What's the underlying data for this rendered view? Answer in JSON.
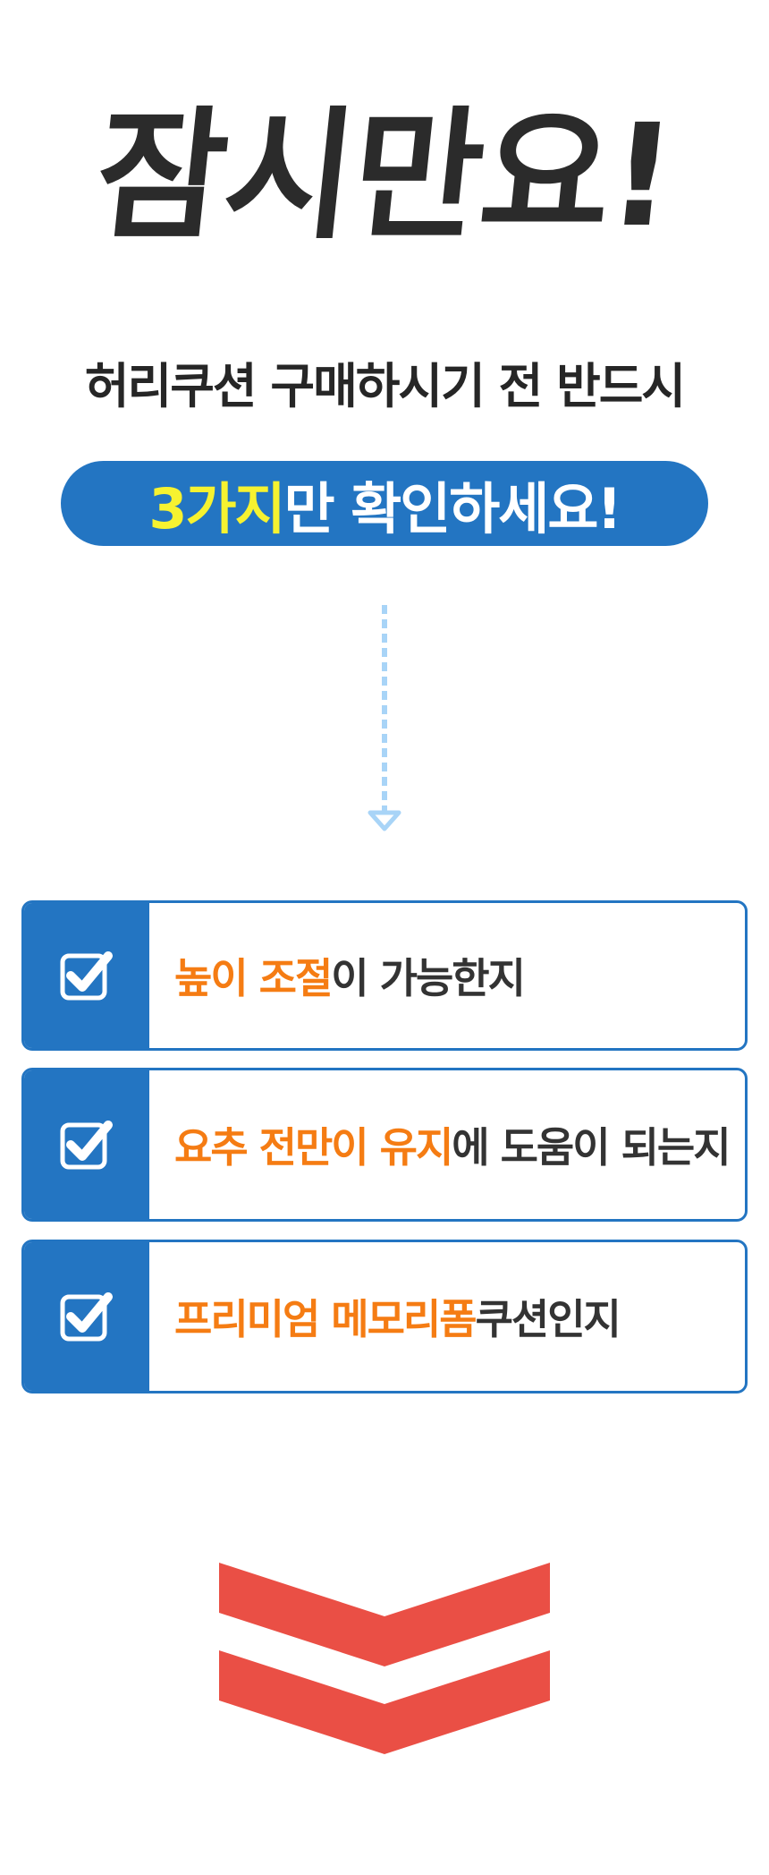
{
  "headline": "잠시만요!",
  "subline": "허리쿠션 구매하시기 전 반드시",
  "pill": {
    "highlight": "3가지",
    "rest": "만 확인하세요!"
  },
  "checklist": [
    {
      "highlight": "높이 조절",
      "rest": "이 가능한지",
      "icon": "checkbox-checked-icon"
    },
    {
      "highlight": "요추 전만이 유지",
      "rest": "에 도움이 되는지",
      "icon": "checkbox-checked-icon"
    },
    {
      "highlight": "프리미엄 메모리폼",
      "rest": " 쿠션인지",
      "icon": "checkbox-checked-icon"
    }
  ],
  "colors": {
    "blue": "#2375c2",
    "yellow_highlight": "#f6f230",
    "orange_highlight": "#f57c13",
    "chevron_red": "#ea4f45",
    "arrow_lightblue": "#a8d4f7"
  }
}
